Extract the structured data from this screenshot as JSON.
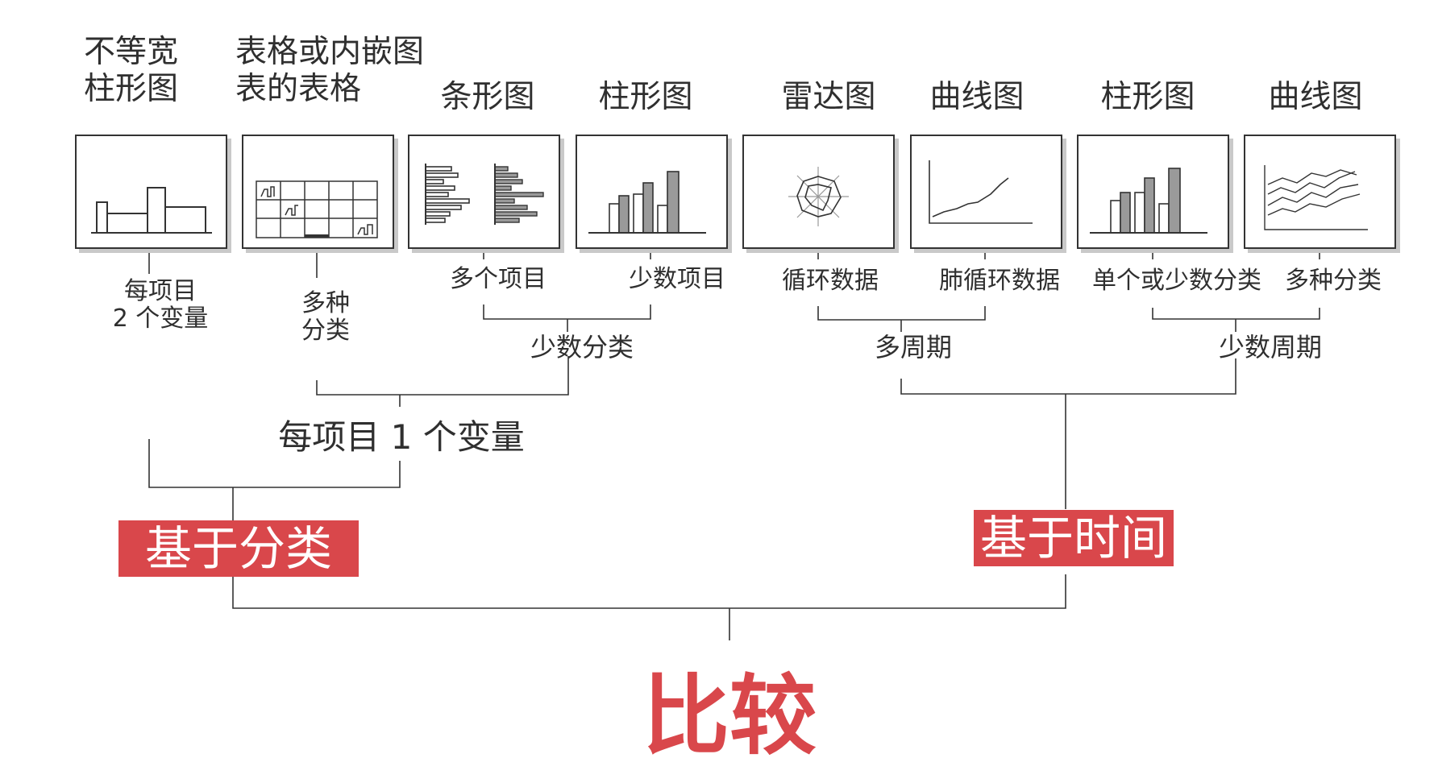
{
  "titles": {
    "t1_line1": "不等宽",
    "t1_line2": "柱形图",
    "t2_line1": "表格或内嵌图",
    "t2_line2": "表的表格",
    "t3": "条形图",
    "t4": "柱形图",
    "t5": "雷达图",
    "t6": "曲线图",
    "t7": "柱形图",
    "t8": "曲线图"
  },
  "labels": {
    "per_item_line1": "每项目",
    "per_item_line2": "2 个变量",
    "multi_cat_line1": "多种",
    "multi_cat_line2": "分类",
    "many_items": "多个项目",
    "few_items": "少数项目",
    "cyclic": "循环数据",
    "non_cyclic": "肺循环数据",
    "single_few_cat": "单个或少数分类",
    "multi_cat": "多种分类"
  },
  "groups": {
    "few_categories": "少数分类",
    "multi_period": "多周期",
    "few_periods": "少数周期",
    "one_variable": "每项目 1 个变量"
  },
  "badges": {
    "by_category": "基于分类",
    "by_time": "基于时间"
  },
  "main_title": "比较",
  "colors": {
    "accent": "#d9474b",
    "line": "#333333",
    "shadow": "#c9c9c9",
    "bar_fill": "#9a9a9a"
  },
  "icons": [
    "variable-width-column-chart-icon",
    "table-with-embedded-charts-icon",
    "bar-chart-icon",
    "column-chart-icon",
    "radar-chart-icon",
    "line-chart-icon",
    "column-chart-icon",
    "multi-line-chart-icon"
  ]
}
